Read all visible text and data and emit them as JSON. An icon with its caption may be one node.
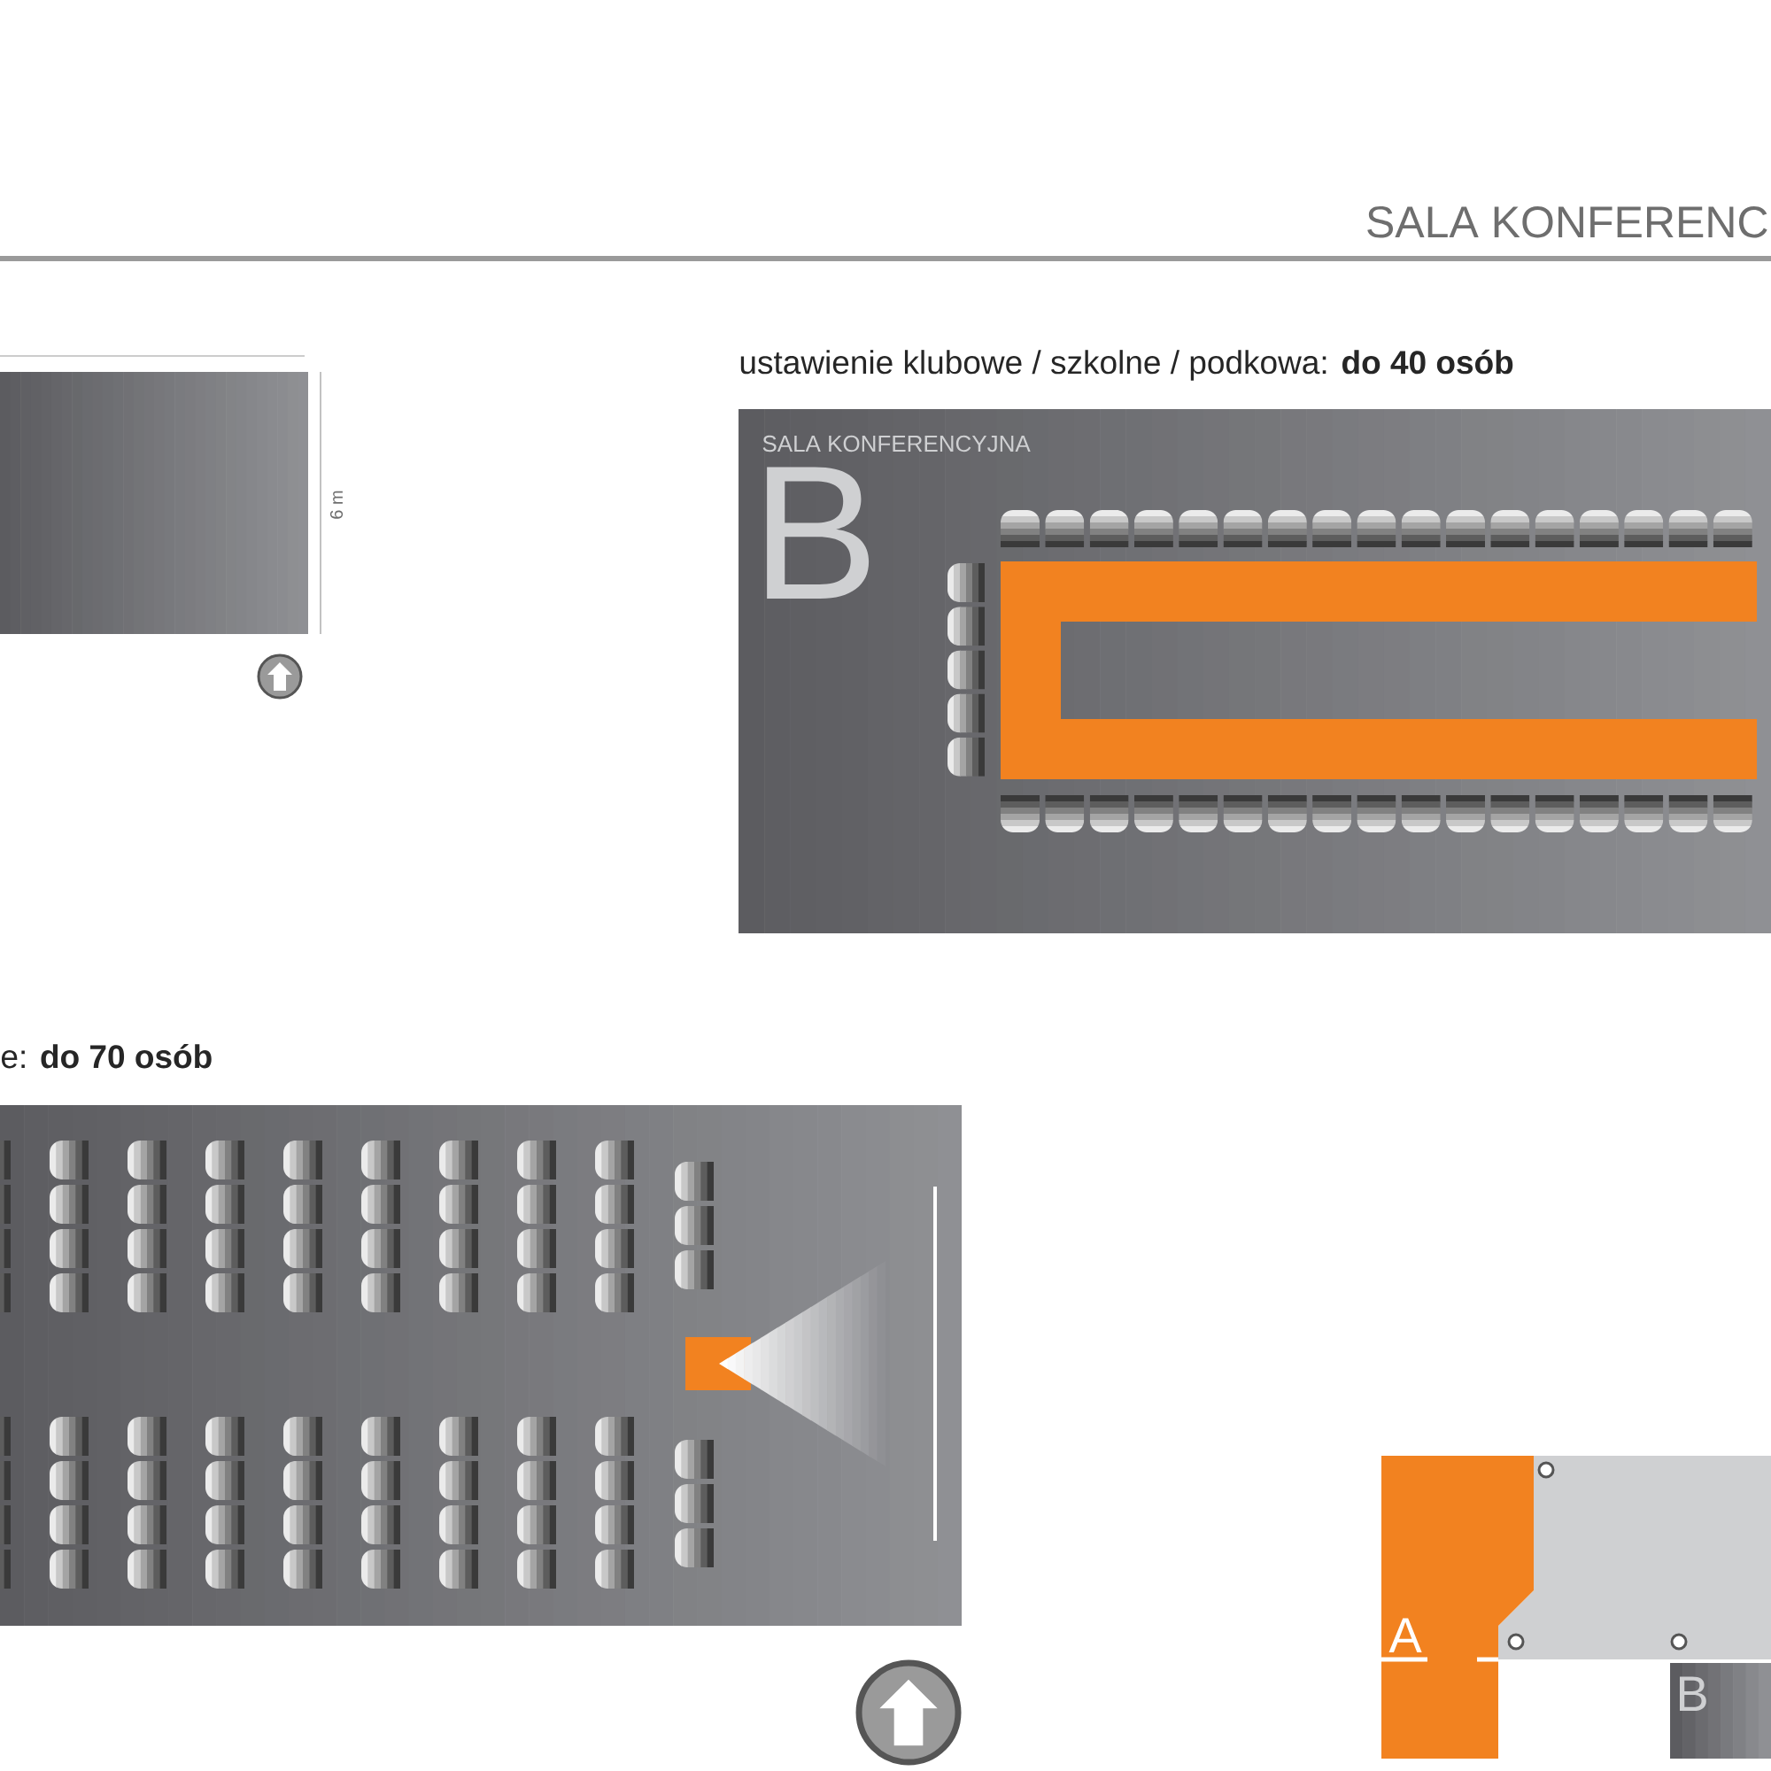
{
  "diagram": {
    "nodes": [
      {
        "text": [
          "SALA KONFERENCYJNA",
          "B"
        ]
      },
      {
        "text": [
          "A"
        ]
      },
      {
        "text": [
          "B"
        ]
      }
    ],
    "labels": [
      "SALA KONFERENC",
      "6 m",
      "ustawienie klubowe / szkolne / podkowa: **do 40 osób**",
      "e: **do 70 osób**"
    ]
  }
}
